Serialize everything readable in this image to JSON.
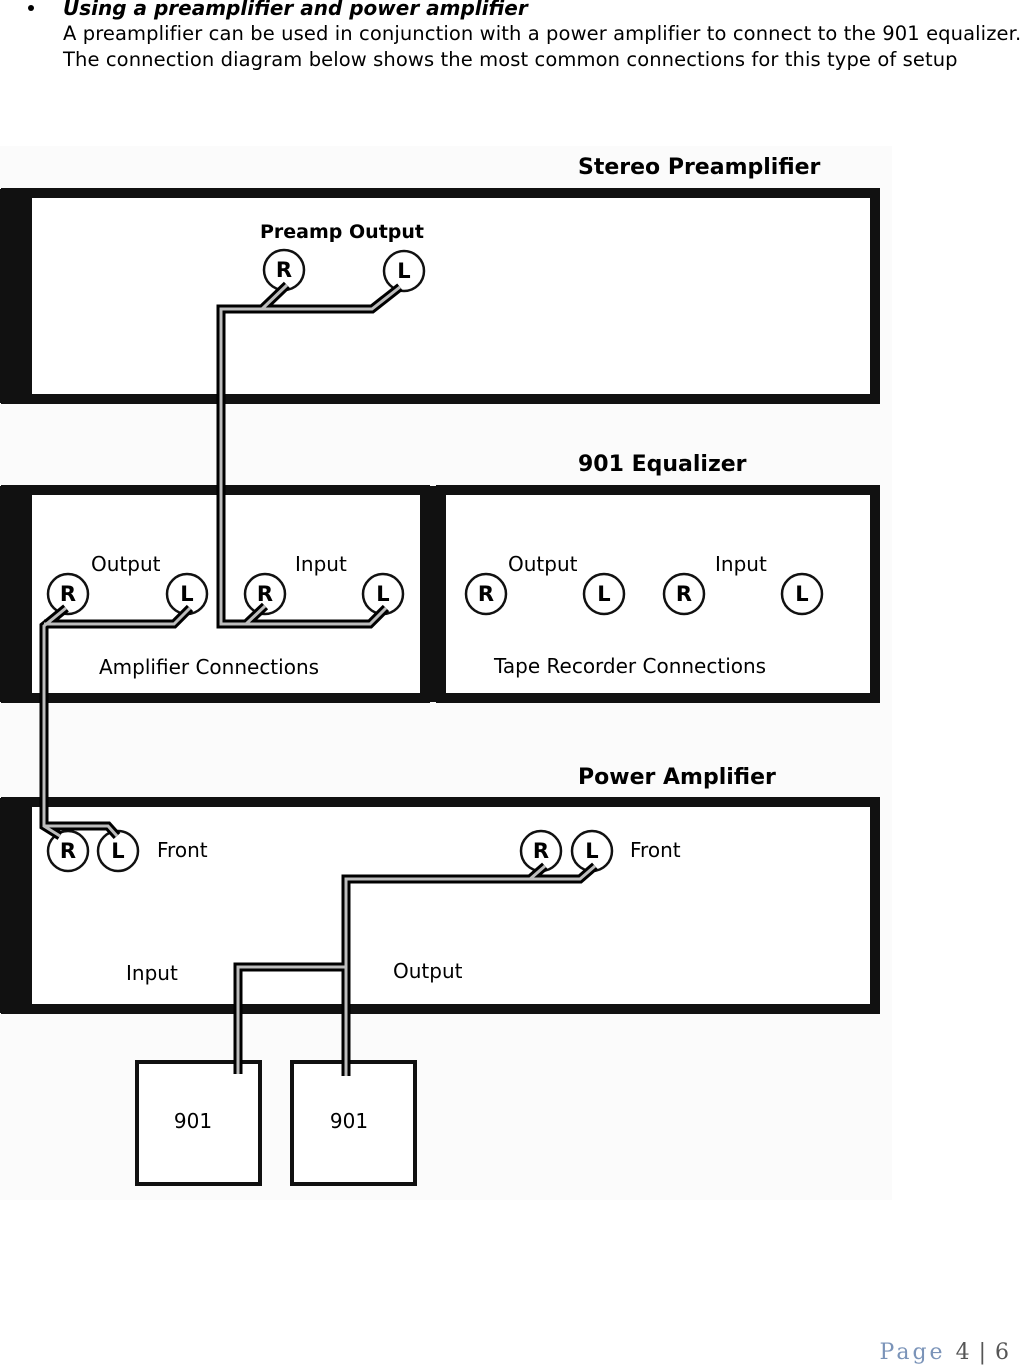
{
  "section": {
    "title": "Using a preamplifier and power amplifier",
    "body": "A preamplifier can be used in conjunction with a power amplifier to connect to the 901 equalizer. The connection diagram below shows the most common connections for this type of setup"
  },
  "diagram": {
    "preamp": {
      "heading": "Stereo Preamplifier",
      "output_label": "Preamp Output",
      "r": "R",
      "l": "L"
    },
    "equalizer": {
      "heading": "901 Equalizer",
      "amp_output": "Output",
      "amp_input": "Input",
      "amp_caption": "Amplifier Connections",
      "tape_output": "Output",
      "tape_input": "Input",
      "tape_caption": "Tape Recorder Connections",
      "r": "R",
      "l": "L"
    },
    "power_amp": {
      "heading": "Power Amplifier",
      "front_left": "Front",
      "front_right": "Front",
      "input_label": "Input",
      "output_label": "Output",
      "r": "R",
      "l": "L"
    },
    "speakers": [
      "901",
      "901"
    ]
  },
  "footer": {
    "page_word": "Page",
    "page_num": "4 | 6"
  },
  "colors": {
    "cable": "#000000",
    "cable_highlight": "#bdbdbd",
    "panel_border": "#111111",
    "footer": "#7a93b8"
  }
}
